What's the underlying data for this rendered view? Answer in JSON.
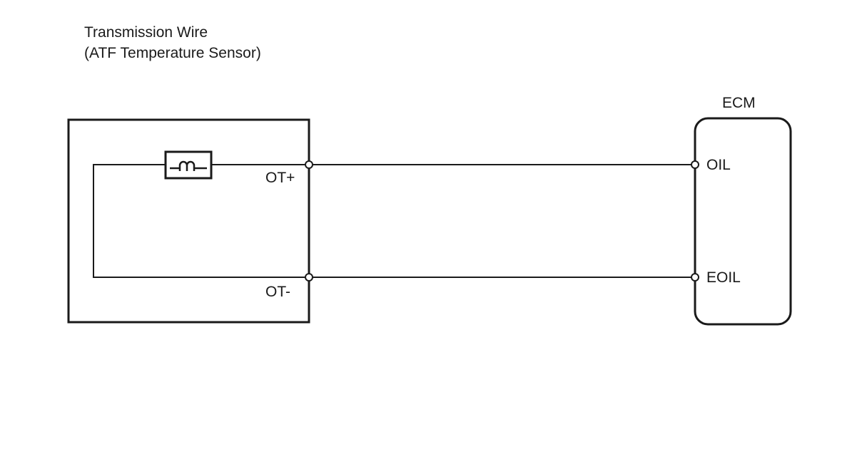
{
  "sensor": {
    "title_line1": "Transmission Wire",
    "title_line2": "(ATF Temperature Sensor)",
    "terminal_positive": "OT+",
    "terminal_negative": "OT-",
    "element_icon": "thermistor-icon"
  },
  "ecm": {
    "title": "ECM",
    "terminal_oil": "OIL",
    "terminal_eoil": "EOIL"
  },
  "colors": {
    "line": "#1a1a1a",
    "background": "#ffffff"
  }
}
